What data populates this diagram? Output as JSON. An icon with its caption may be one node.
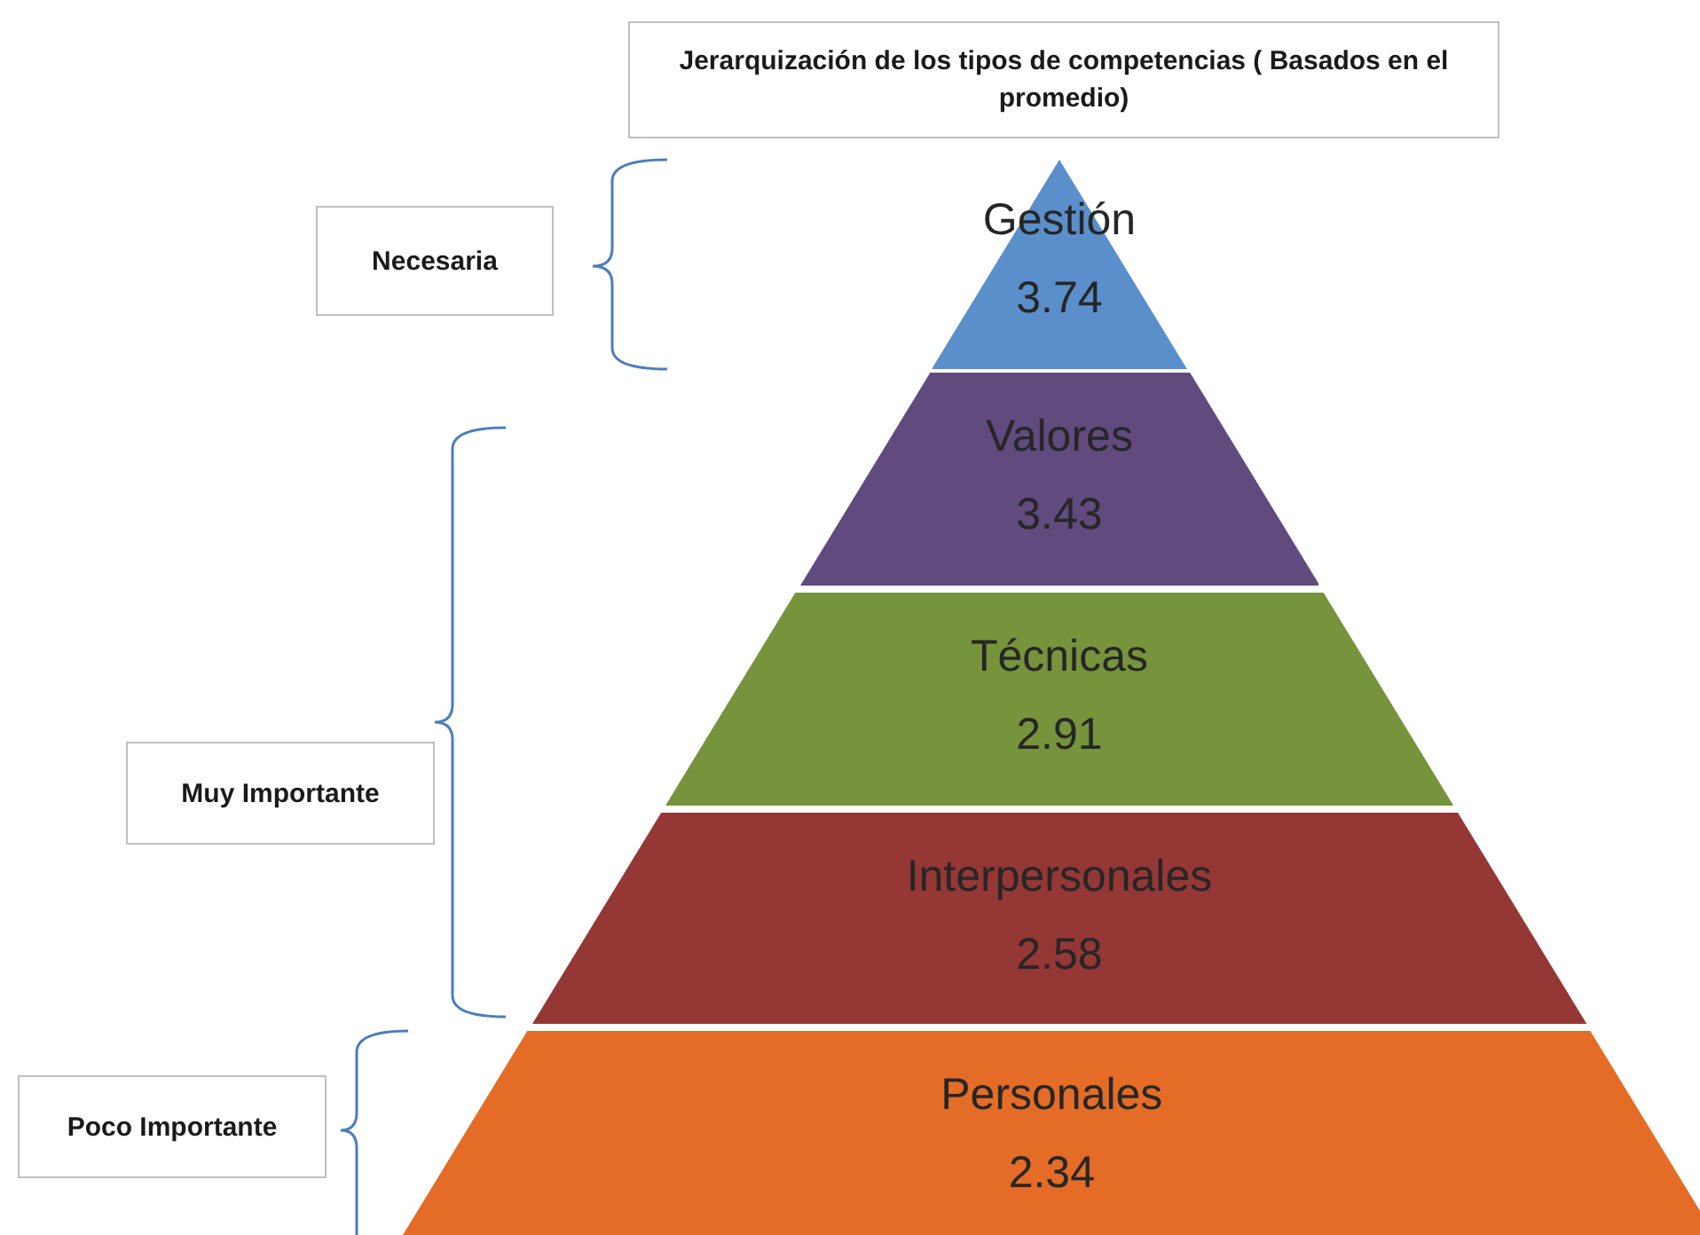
{
  "diagram": {
    "nodes": [
      {
        "text": [
          "Jerarquización de los tipos de competencias ( Basados en el promedio)"
        ]
      },
      {
        "text": [
          "Gestión",
          "3.74"
        ]
      },
      {
        "text": [
          "Valores",
          "3.43"
        ]
      },
      {
        "text": [
          "Técnicas",
          "2.91"
        ]
      },
      {
        "text": [
          "Interpersonales",
          "2.58"
        ]
      },
      {
        "text": [
          "Personales",
          "2.34"
        ]
      },
      {
        "text": [
          "Necesaria"
        ]
      },
      {
        "text": [
          "Muy Importante"
        ]
      },
      {
        "text": [
          "Poco Importante"
        ]
      }
    ]
  }
}
